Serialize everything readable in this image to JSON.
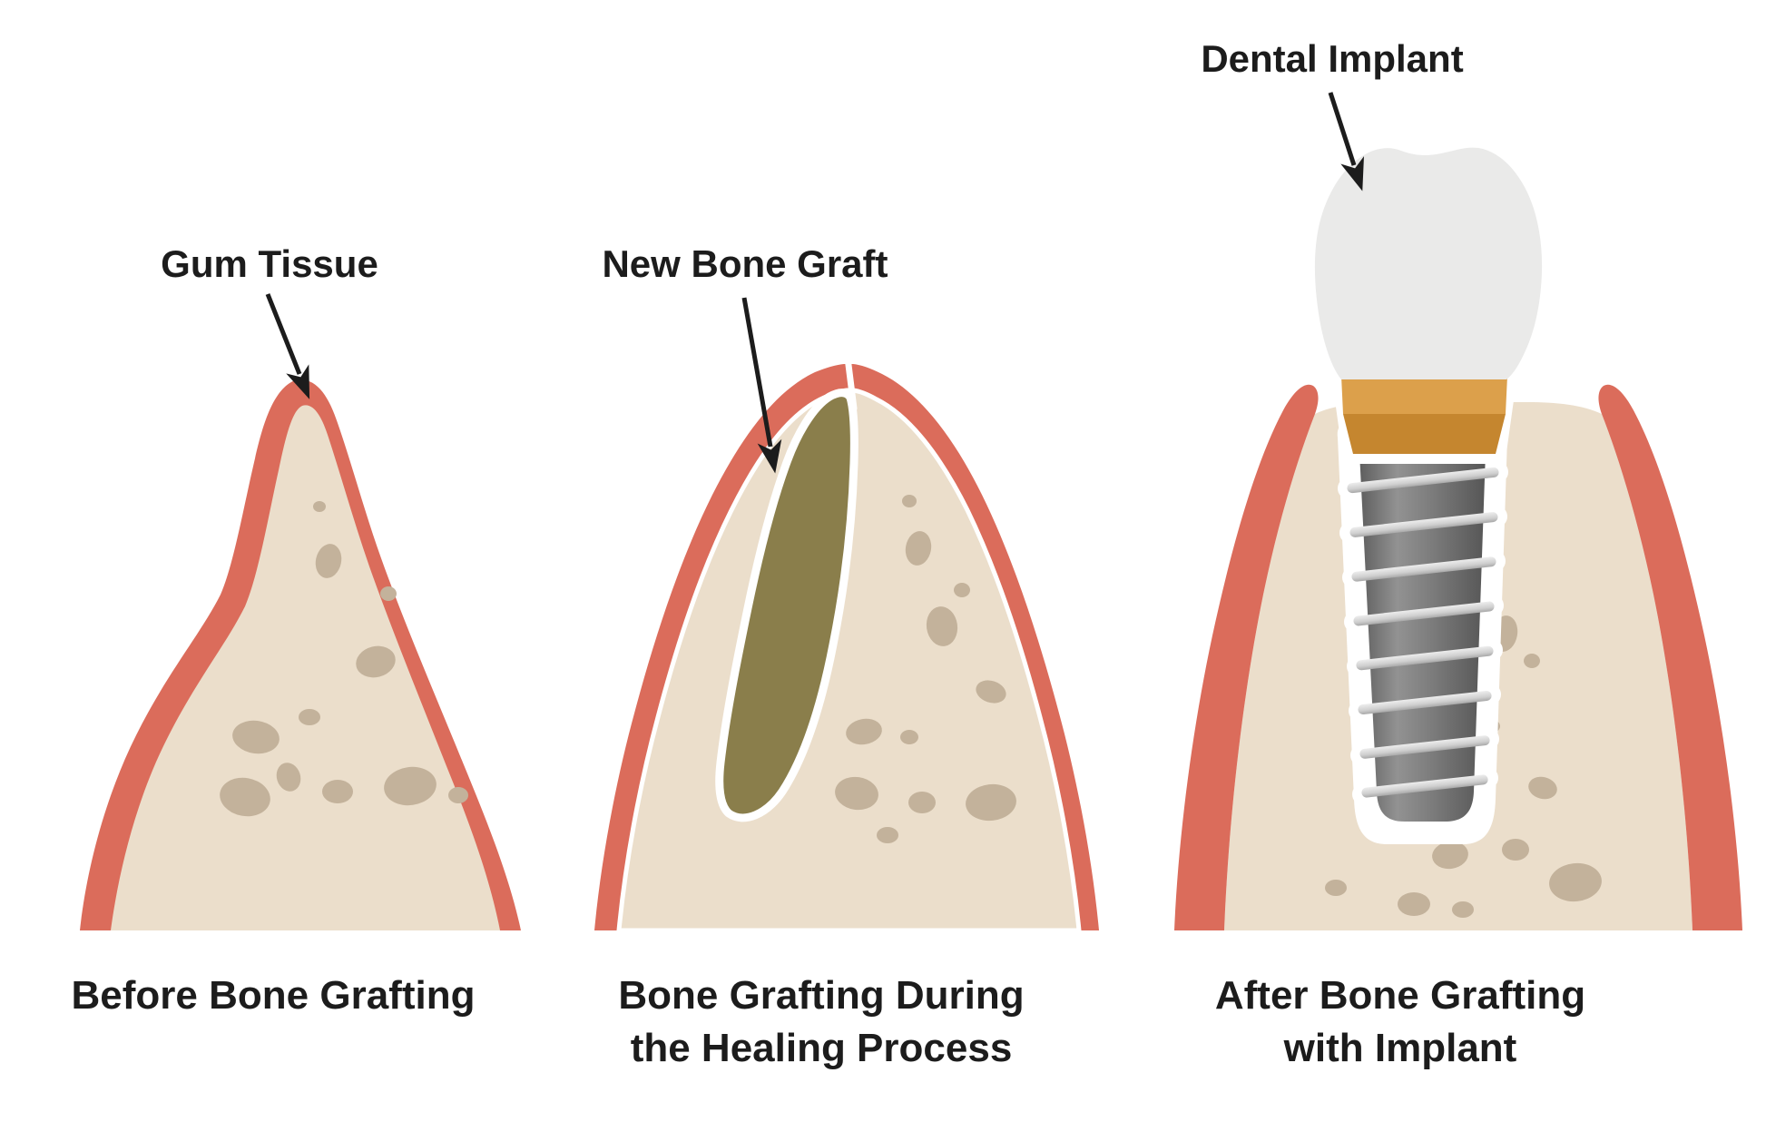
{
  "figure_title": "Dental bone grafting stages diagram",
  "annotations": {
    "gum_tissue": "Gum Tissue",
    "new_bone_graft": "New Bone Graft",
    "dental_implant": "Dental Implant"
  },
  "captions": {
    "before": "Before Bone Grafting",
    "during_line1": "Bone Grafting During",
    "during_line2": "the Healing Process",
    "after_line1": "After Bone Grafting",
    "after_line2": "with Implant"
  },
  "colors": {
    "background": "#FFFFFF",
    "text": "#1C1C1C",
    "arrow": "#1C1C1C",
    "gum": "#DB6C5B",
    "bone": "#EBDECB",
    "bone_spot": "#C3B29B",
    "graft": "#8A7E4B",
    "separator": "#FFFFFF",
    "implant_body": "#7E7E7E",
    "implant_thread": "#D8D8D8",
    "abutment_light": "#DCA04B",
    "abutment_dark": "#C5862F",
    "crown": "#EAEAE9"
  }
}
